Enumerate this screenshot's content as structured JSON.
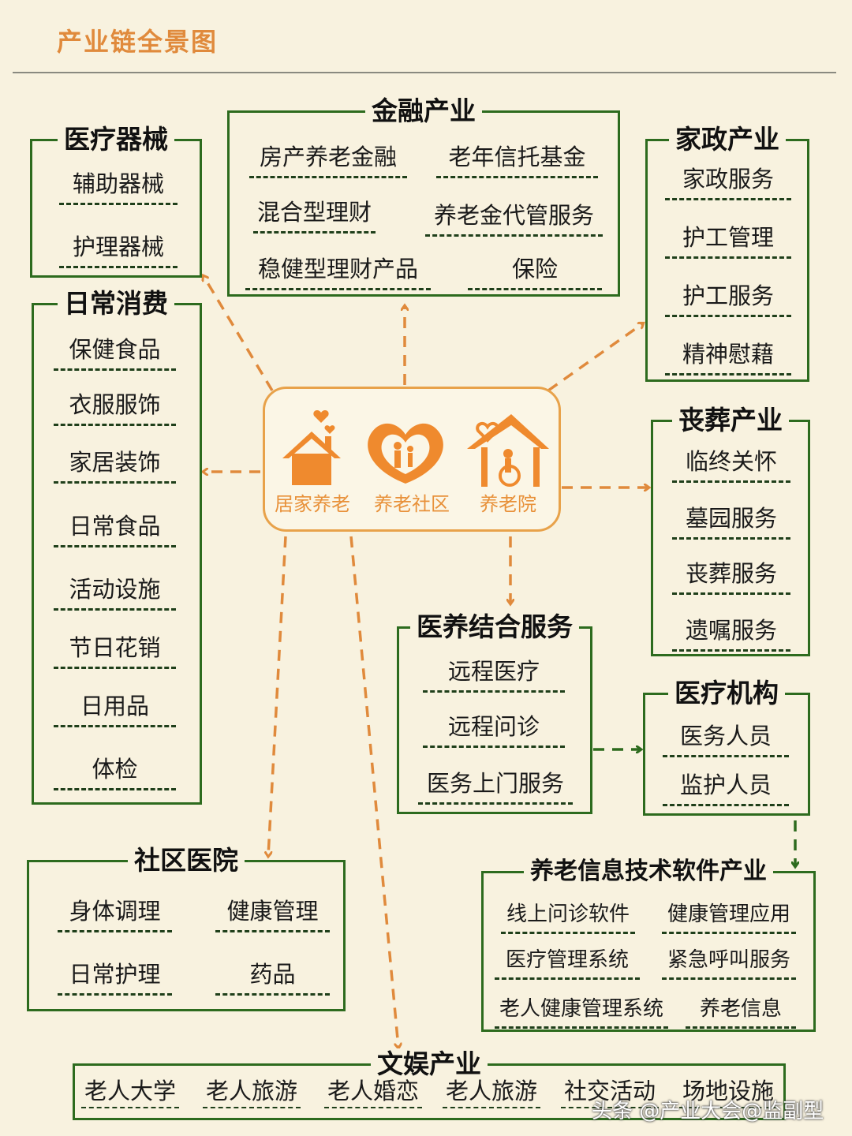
{
  "title": "产业链全景图",
  "hub": {
    "labels": [
      "居家养老",
      "养老社区",
      "养老院"
    ],
    "icons": [
      "house-heart-icon",
      "community-family-icon",
      "nursing-home-icon"
    ]
  },
  "sections": {
    "medical_devices": {
      "title": "医疗器械",
      "items": [
        "辅助器械",
        "护理器械"
      ]
    },
    "finance": {
      "title": "金融产业",
      "items": [
        "房产养老金融",
        "老年信托基金",
        "混合型理财",
        "养老金代管服务",
        "稳健型理财产品",
        "保险"
      ]
    },
    "housekeeping": {
      "title": "家政产业",
      "items": [
        "家政服务",
        "护工管理",
        "护工服务",
        "精神慰藉"
      ]
    },
    "daily_consumption": {
      "title": "日常消费",
      "items": [
        "保健食品",
        "衣服服饰",
        "家居装饰",
        "日常食品",
        "活动设施",
        "节日花销",
        "日用品",
        "体检"
      ]
    },
    "funeral": {
      "title": "丧葬产业",
      "items": [
        "临终关怀",
        "墓园服务",
        "丧葬服务",
        "遗嘱服务"
      ]
    },
    "medical_care": {
      "title": "医养结合服务",
      "items": [
        "远程医疗",
        "远程问诊",
        "医务上门服务"
      ]
    },
    "medical_institutions": {
      "title": "医疗机构",
      "items": [
        "医务人员",
        "监护人员"
      ]
    },
    "community_hospital": {
      "title": "社区医院",
      "items": [
        "身体调理",
        "健康管理",
        "日常护理",
        "药品"
      ]
    },
    "it_software": {
      "title": "养老信息技术软件产业",
      "items": [
        "线上问诊软件",
        "健康管理应用",
        "医疗管理系统",
        "紧急呼叫服务",
        "老人健康管理系统",
        "养老信息"
      ]
    },
    "entertainment": {
      "title": "文娱产业",
      "items": [
        "老人大学",
        "老人旅游",
        "老人婚恋",
        "老人旅游",
        "社交活动",
        "场地设施"
      ]
    }
  },
  "watermark": "头条 @产业大会@监副型",
  "colors": {
    "box_border": "#2d6b1e",
    "arrow": "#e08a3c",
    "hub_accent": "#e8913a",
    "title": "#e08a3c",
    "background": "#f8f2df"
  }
}
